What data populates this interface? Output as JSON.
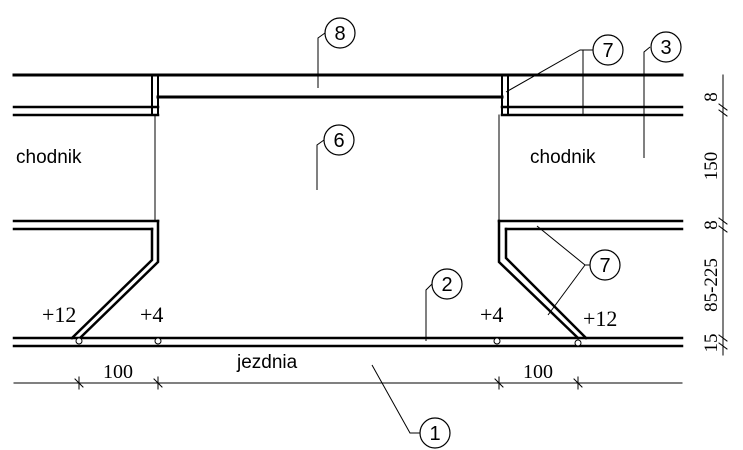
{
  "labels": {
    "sidewalk_left": "chodnik",
    "sidewalk_right": "chodnik",
    "roadway": "jezdnia"
  },
  "callouts": [
    "8",
    "3",
    "7",
    "6",
    "7",
    "2",
    "1"
  ],
  "elevations": {
    "left_outer": "+12",
    "left_inner": "+4",
    "right_inner": "+4",
    "right_outer": "+12"
  },
  "dimensions": {
    "bottom_left": "100",
    "bottom_right": "100",
    "right_side": [
      "8",
      "150",
      "8",
      "85-225",
      "15"
    ]
  },
  "colors": {
    "line": "#000000",
    "background": "#ffffff"
  }
}
